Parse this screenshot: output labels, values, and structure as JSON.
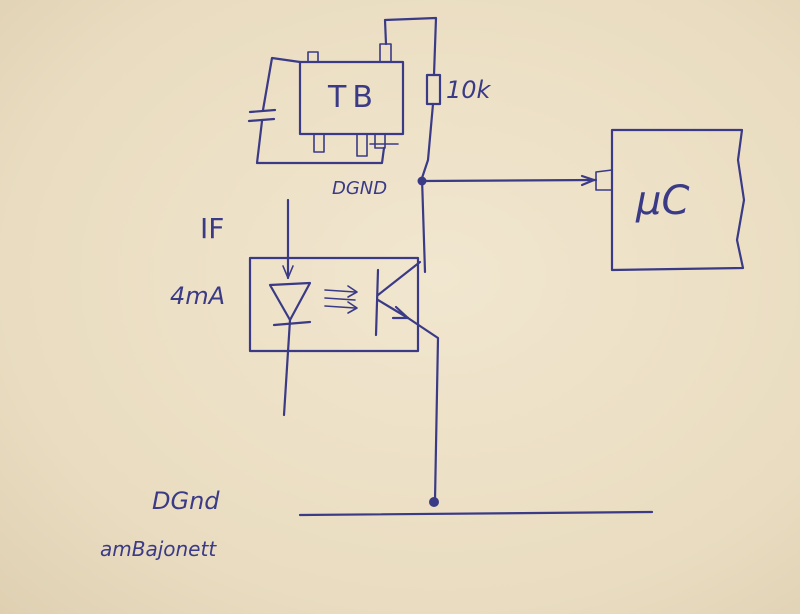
{
  "labels": {
    "ic": "TB",
    "resistor": "10k",
    "dgnd_top": "DGND",
    "mcu": "µC",
    "if_label": "IF",
    "current": "4mA",
    "dgnd_bottom": "DGnd",
    "bayonet": "amBajonett"
  },
  "colors": {
    "paper": "#ece0c6",
    "ink": "#3a3a86"
  }
}
